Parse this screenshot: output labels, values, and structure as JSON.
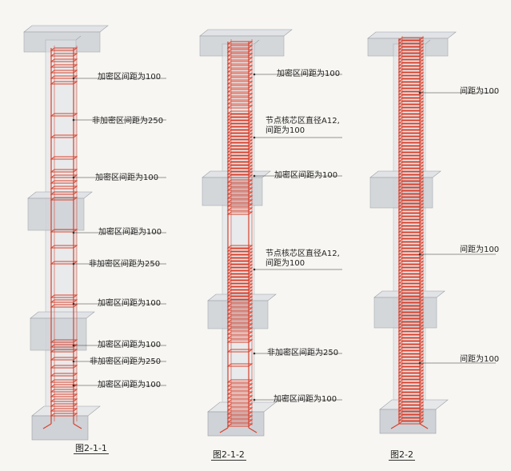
{
  "figures": [
    {
      "caption": "图2-1-1",
      "labels": [
        "加密区间距为100",
        "非加密区间距为250",
        "加密区间距为100",
        "加密区间距为100",
        "非加密区间距为250",
        "加密区间距为100",
        "加密区间距为100",
        "非加密区间距为250",
        "加密区间距为100"
      ]
    },
    {
      "caption": "图2-1-2",
      "labels": [
        "加密区间距为100",
        "节点核芯区直径A12,间距为100",
        "加密区间距为100",
        "节点核芯区直径A12,间距为100",
        "非加密区间距为250",
        "加密区间距为100"
      ]
    },
    {
      "caption": "图2-2",
      "labels": [
        "间距为100",
        "间距为100",
        "间距为100"
      ]
    }
  ],
  "colors": {
    "rebar": "#d8412d",
    "concrete": "#cfd2d6",
    "concrete_edge": "#9aa0a6",
    "leader": "#333333"
  }
}
